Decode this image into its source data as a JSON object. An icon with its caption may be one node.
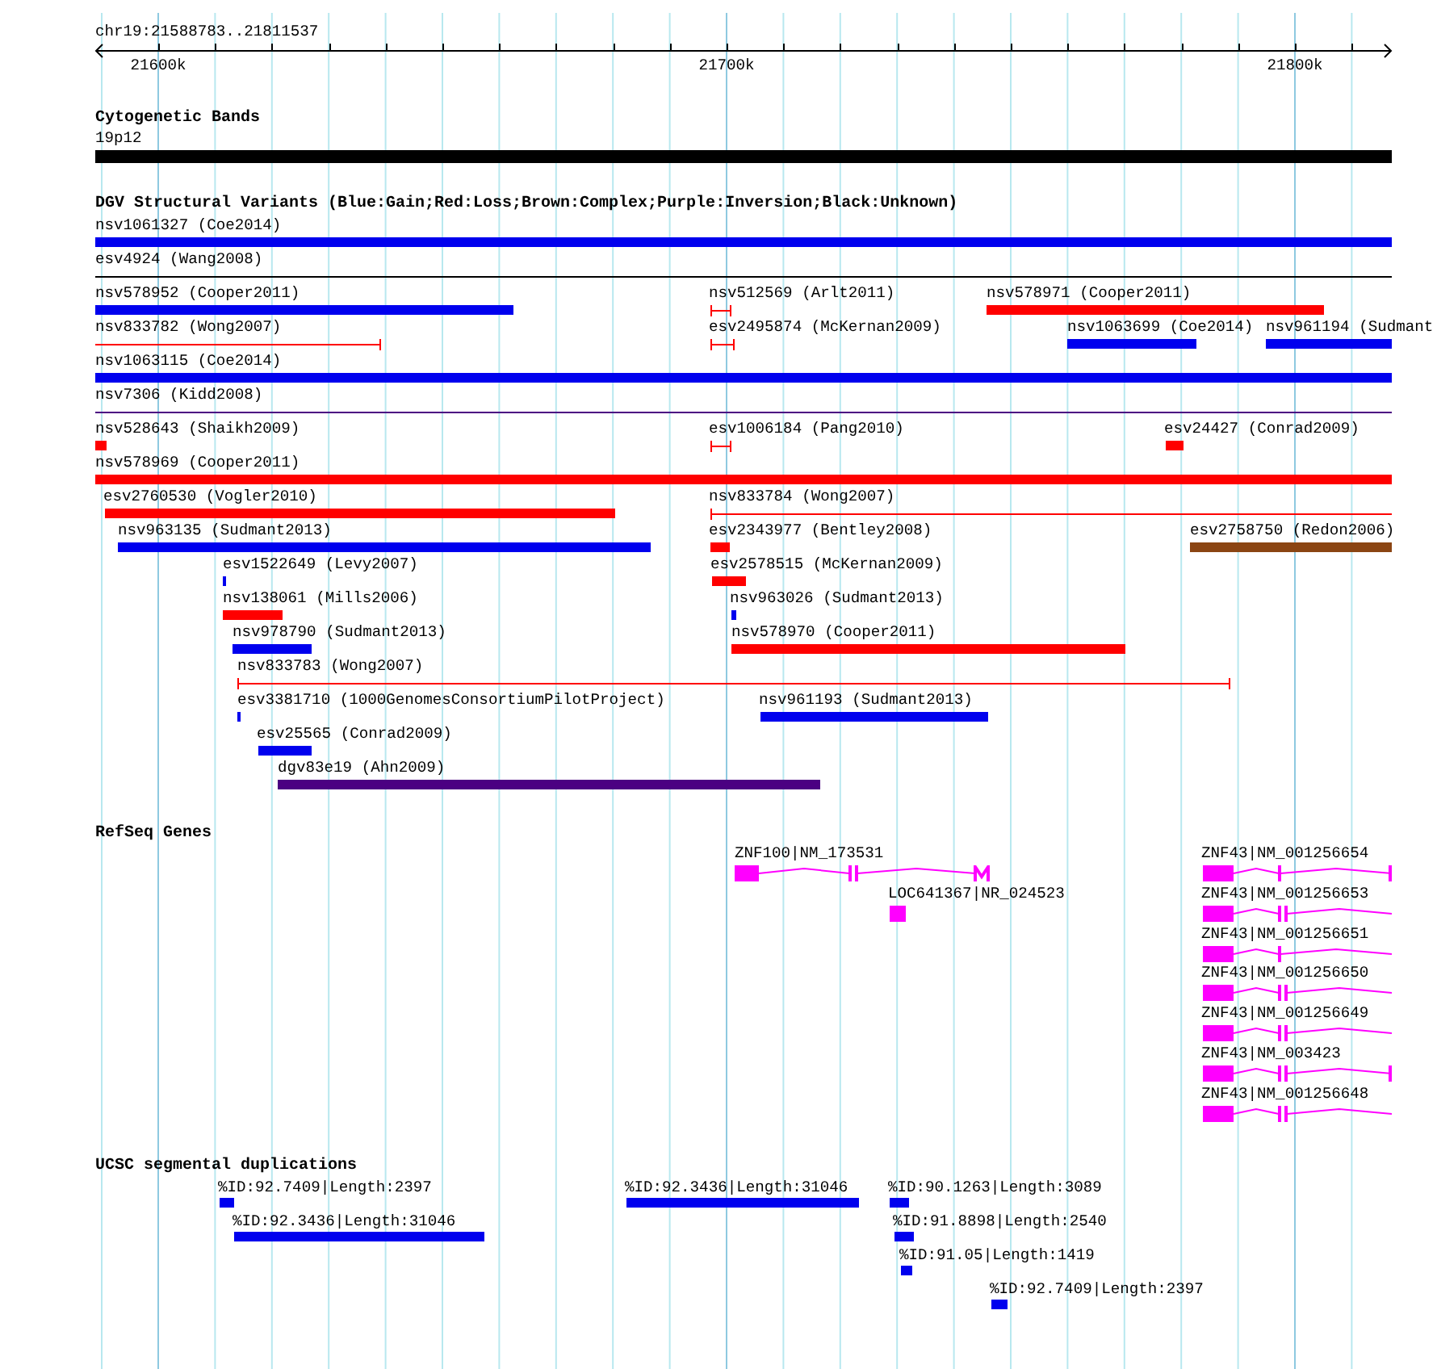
{
  "diagram": {
    "nodes": [
      {
        "text": [
          "19p12"
        ]
      },
      {
        "text": [
          "nsv1061327 (Coe2014)"
        ]
      },
      {
        "text": [
          "esv4924 (Wang2008)"
        ]
      },
      {
        "text": [
          "nsv578952 (Cooper2011)"
        ]
      },
      {
        "text": [
          "nsv512569 (Arlt2011)"
        ]
      },
      {
        "text": [
          "nsv578971 (Cooper2011)"
        ]
      },
      {
        "text": [
          "nsv833782 (Wong2007)"
        ]
      },
      {
        "text": [
          "esv2495874 (McKernan2009)"
        ]
      },
      {
        "text": [
          "nsv1063699 (Coe2014)"
        ]
      },
      {
        "text": [
          "nsv961194 (Sudmant"
        ]
      },
      {
        "text": [
          "nsv1063115 (Coe2014)"
        ]
      },
      {
        "text": [
          "nsv7306 (Kidd2008)"
        ]
      },
      {
        "text": [
          "nsv528643 (Shaikh2009)"
        ]
      },
      {
        "text": [
          "esv1006184 (Pang2010)"
        ]
      },
      {
        "text": [
          "esv24427 (Conrad2009)"
        ]
      },
      {
        "text": [
          "nsv578969 (Cooper2011)"
        ]
      },
      {
        "text": [
          "esv2760530 (Vogler2010)"
        ]
      },
      {
        "text": [
          "nsv833784 (Wong2007)"
        ]
      },
      {
        "text": [
          "nsv963135 (Sudmant2013)"
        ]
      },
      {
        "text": [
          "esv2343977 (Bentley2008)"
        ]
      },
      {
        "text": [
          "esv2758750 (Redon2006)"
        ]
      },
      {
        "text": [
          "esv1522649 (Levy2007)"
        ]
      },
      {
        "text": [
          "esv2578515 (McKernan2009)"
        ]
      },
      {
        "text": [
          "nsv138061 (Mills2006)"
        ]
      },
      {
        "text": [
          "nsv963026 (Sudmant2013)"
        ]
      },
      {
        "text": [
          "nsv978790 (Sudmant2013)"
        ]
      },
      {
        "text": [
          "nsv578970 (Cooper2011)"
        ]
      },
      {
        "text": [
          "nsv833783 (Wong2007)"
        ]
      },
      {
        "text": [
          "esv3381710 (1000GenomesConsortiumPilotProject)"
        ]
      },
      {
        "text": [
          "nsv961193 (Sudmant2013)"
        ]
      },
      {
        "text": [
          "esv25565 (Conrad2009)"
        ]
      },
      {
        "text": [
          "dgv83e19 (Ahn2009)"
        ]
      },
      {
        "text": [
          "ZNF100|NM_173531"
        ]
      },
      {
        "text": [
          "ZNF43|NM_001256654"
        ]
      },
      {
        "text": [
          "LOC641367|NR_024523"
        ]
      },
      {
        "text": [
          "ZNF43|NM_001256653"
        ]
      },
      {
        "text": [
          "ZNF43|NM_001256651"
        ]
      },
      {
        "text": [
          "ZNF43|NM_001256650"
        ]
      },
      {
        "text": [
          "ZNF43|NM_001256649"
        ]
      },
      {
        "text": [
          "ZNF43|NM_003423"
        ]
      },
      {
        "text": [
          "ZNF43|NM_001256648"
        ]
      },
      {
        "text": [
          "%ID:92.7409|Length:2397"
        ]
      },
      {
        "text": [
          "%ID:92.3436|Length:31046"
        ]
      },
      {
        "text": [
          "%ID:90.1263|Length:3089"
        ]
      },
      {
        "text": [
          "%ID:92.3436|Length:31046"
        ]
      },
      {
        "text": [
          "%ID:91.8898|Length:2540"
        ]
      },
      {
        "text": [
          "%ID:91.05|Length:1419"
        ]
      },
      {
        "text": [
          "%ID:92.7409|Length:2397"
        ]
      }
    ],
    "labels": [
      "chr19:21588783..21811537",
      "21600k",
      "21700k",
      "21800k",
      "Cytogenetic Bands",
      "DGV Structural Variants (Blue:Gain;Red:Loss;Brown:Complex;Purple:Inversion;Black:Unknown)",
      "RefSeq Genes",
      "UCSC segmental duplications"
    ]
  }
}
